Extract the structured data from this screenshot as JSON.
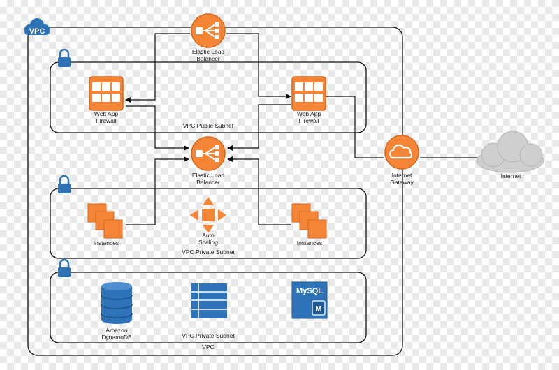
{
  "vpc": {
    "badge": "VPC",
    "label": "VPC"
  },
  "subnets": {
    "public": "VPC Public Subnet",
    "private1": "VPC Private Subnet",
    "private2": "VPC Private Subnet"
  },
  "nodes": {
    "elb_top": [
      "Elastic Load",
      "Balancer"
    ],
    "elb_mid": [
      "Elastic Load",
      "Balancer"
    ],
    "waf_left": [
      "Web App",
      "Firewall"
    ],
    "waf_right": [
      "Web App",
      "Firewall"
    ],
    "gateway": [
      "Internet",
      "Gateway"
    ],
    "internet": "Internet",
    "instances_left": "Instances",
    "instances_right": "Instances",
    "autoscaling": [
      "Auto",
      "Scaling"
    ],
    "dynamodb": [
      "Amazon",
      "DynamoDB"
    ],
    "mysql": "MySQL",
    "mysql_badge": "M"
  },
  "colors": {
    "aws_orange": "#f58536",
    "orange_dark": "#d6661b",
    "aws_blue": "#2e73b8",
    "blue_dark": "#1f5a94",
    "cloud_gray": "#cfcfcf",
    "line": "#111111"
  }
}
